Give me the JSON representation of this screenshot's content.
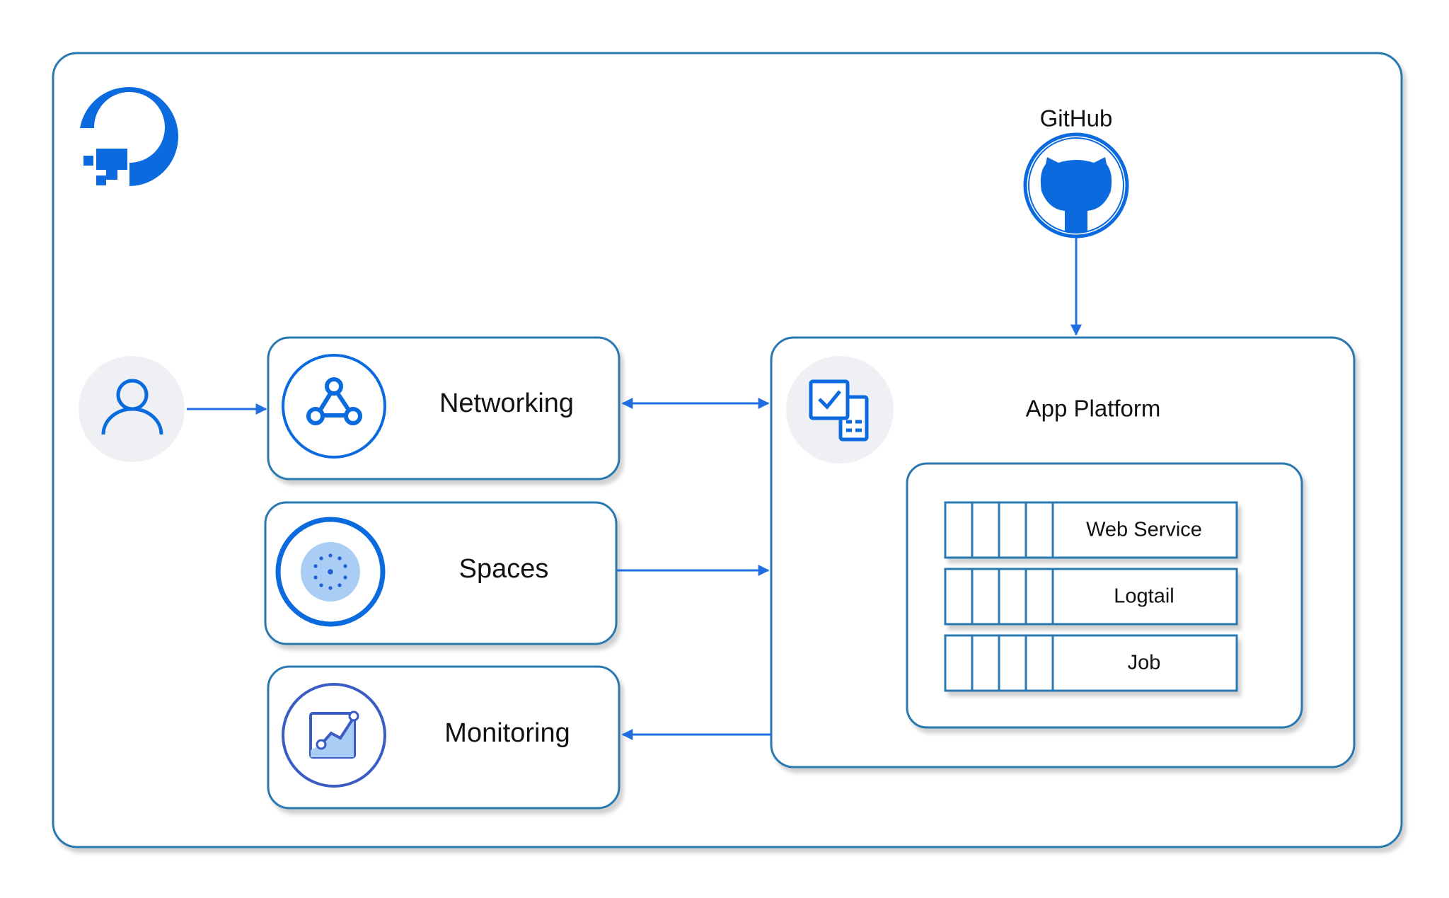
{
  "diagram": {
    "colors": {
      "border": "#2a78b0",
      "accent": "#0b6bde",
      "arrow": "#1f6fe0",
      "icon_bg": "#eef0f4",
      "github": "#0b6bde",
      "monitoring": "#3a5cc4",
      "spaces_fill": "#a9cdf4"
    },
    "nodes": {
      "brand_logo": {
        "icon": "digitalocean-logo-icon"
      },
      "user": {
        "icon": "user-icon"
      },
      "github": {
        "label": "GitHub",
        "icon": "github-octocat-icon"
      },
      "networking": {
        "label": "Networking",
        "icon": "networking-icon"
      },
      "spaces": {
        "label": "Spaces",
        "icon": "spaces-icon"
      },
      "monitoring": {
        "label": "Monitoring",
        "icon": "monitoring-chart-icon"
      },
      "app_platform": {
        "label": "App Platform",
        "icon": "app-platform-icon",
        "components": [
          {
            "label": "Web Service"
          },
          {
            "label": "Logtail"
          },
          {
            "label": "Job"
          }
        ]
      }
    },
    "edges": [
      {
        "from": "user",
        "to": "networking",
        "direction": "forward"
      },
      {
        "from": "networking",
        "to": "app_platform",
        "direction": "both"
      },
      {
        "from": "spaces",
        "to": "app_platform",
        "direction": "forward"
      },
      {
        "from": "app_platform",
        "to": "monitoring",
        "direction": "forward"
      },
      {
        "from": "github",
        "to": "app_platform",
        "direction": "forward"
      }
    ]
  }
}
